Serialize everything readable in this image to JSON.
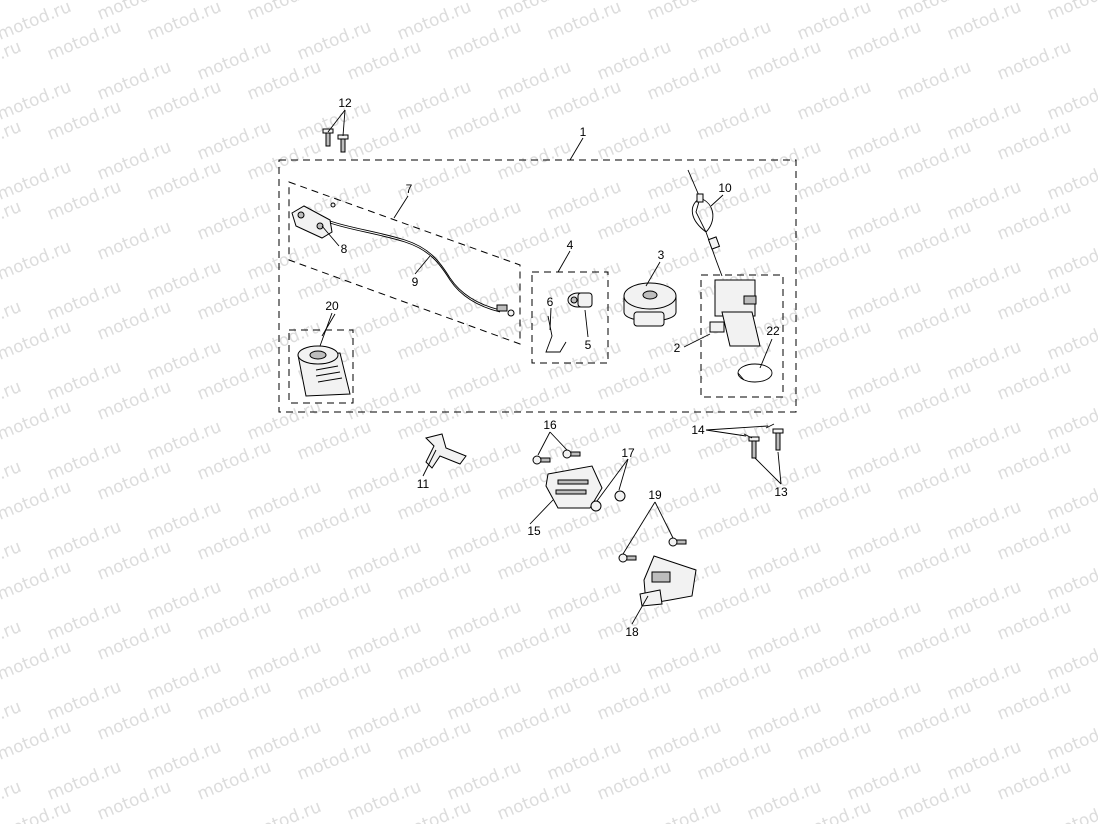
{
  "watermark": {
    "text": "motod.ru"
  },
  "diagram": {
    "callouts": [
      "1",
      "2",
      "3",
      "4",
      "5",
      "6",
      "7",
      "8",
      "9",
      "10",
      "11",
      "12",
      "13",
      "14",
      "15",
      "16",
      "17",
      "18",
      "19",
      "20",
      "22"
    ]
  }
}
